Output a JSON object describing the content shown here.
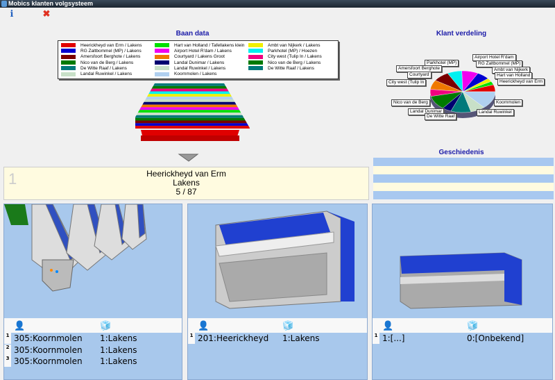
{
  "window": {
    "title": "Mobics klanten volgsysteem"
  },
  "toolbar": {
    "info_icon": "info-icon",
    "close_icon": "exit-icon"
  },
  "baan": {
    "title": "Baan data",
    "legend": [
      {
        "label": "Heerickheyd van Erm / Lakens",
        "color": "#e00000"
      },
      {
        "label": "RG Zaltbommel (MP) / Lakens",
        "color": "#0000d0"
      },
      {
        "label": "Amersfoort Berghote / Lakens",
        "color": "#7a0000"
      },
      {
        "label": "Nico van de Berg / Lakens",
        "color": "#007a00"
      },
      {
        "label": "De Witte Raaf / Lakens",
        "color": "#007a7a"
      },
      {
        "label": "Landal Ruwinkel / Lakens",
        "color": "#c8e0c8"
      },
      {
        "label": "Hart van Holland / Tafellakens klein",
        "color": "#00e000"
      },
      {
        "label": "Airport Hotel R'dam / Lakens",
        "color": "#f000f0"
      },
      {
        "label": "Courtyard / Lakens Groot",
        "color": "#f07800"
      },
      {
        "label": "Landal Dunimar / Lakens",
        "color": "#000070"
      },
      {
        "label": "Landal Ruwinkel / Lakens",
        "color": "#c8e0c8"
      },
      {
        "label": "Koornmolen / Lakens",
        "color": "#b0d0f0"
      },
      {
        "label": "Ambt van Nijkerk / Lakens",
        "color": "#f0f000"
      },
      {
        "label": "Parkhotel (MP) / Hoezen",
        "color": "#00f0f0"
      },
      {
        "label": "City west (Tulip In / Lakens",
        "color": "#f00080"
      },
      {
        "label": "Nico van de Berg / Lakens",
        "color": "#007a00"
      },
      {
        "label": "De Witte Raaf / Lakens",
        "color": "#007a7a"
      }
    ]
  },
  "klant": {
    "title": "Klant verdeling",
    "labels": [
      "Parkhotel (MP)",
      "Amersfoort Berghote",
      "Courtyard",
      "City west (Tulip In",
      "Nico van de Berg",
      "Landal Dunimar",
      "De Witte Raaf",
      "Airport Hotel R'dam",
      "RG Zaltbommel (MP)",
      "Ambt van Nijkerk",
      "Hart van Holland",
      "Heerickheyd van Erm",
      "Koornmolen",
      "Landal Ruwinkel"
    ]
  },
  "current": {
    "index": "1",
    "customer": "Heerickheyd van Erm",
    "product": "Lakens",
    "count": "5 / 87"
  },
  "history": {
    "title": "Geschiedenis"
  },
  "machines": [
    {
      "rows": [
        {
          "n": "1",
          "who": "305:Koornmolen",
          "what": "1:Lakens"
        },
        {
          "n": "2",
          "who": "305:Koornmolen",
          "what": "1:Lakens"
        },
        {
          "n": "3",
          "who": "305:Koornmolen",
          "what": "1:Lakens"
        }
      ]
    },
    {
      "rows": [
        {
          "n": "1",
          "who": "201:Heerickheyd",
          "what": "1:Lakens"
        }
      ]
    },
    {
      "rows": [
        {
          "n": "1",
          "who": "1:[...]",
          "what": "0:[Onbekend]"
        }
      ]
    }
  ]
}
